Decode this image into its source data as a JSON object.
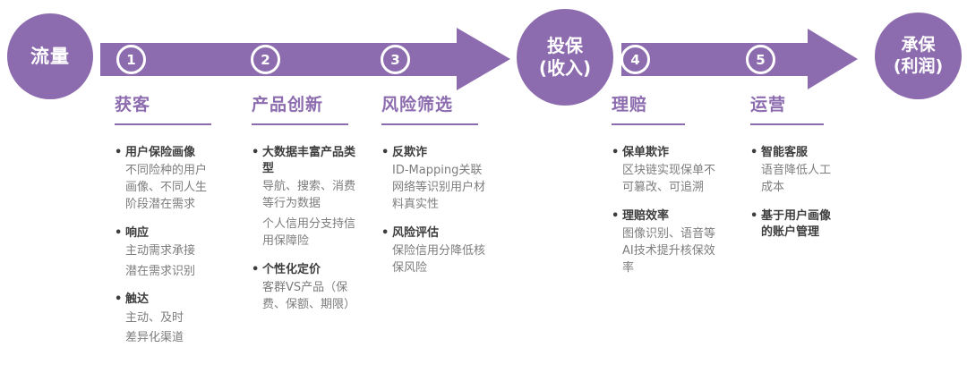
{
  "colors": {
    "purple": "#8c6cae",
    "text_dark": "#3d3d3d",
    "text_gray": "#7d7d7d"
  },
  "nodes": {
    "start": {
      "label": "流量"
    },
    "middle": {
      "line1": "投保",
      "line2": "(收入)"
    },
    "end": {
      "line1": "承保",
      "line2": "(利润)"
    }
  },
  "columns": [
    {
      "number": "1",
      "title": "获客",
      "items": [
        {
          "head": "用户保险画像",
          "subs": [
            "不同险种的用户画像、不同人生阶段潜在需求"
          ]
        },
        {
          "head": "响应",
          "subs": [
            "主动需求承接",
            "潜在需求识别"
          ]
        },
        {
          "head": "触达",
          "subs": [
            "主动、及时",
            "差异化渠道"
          ]
        }
      ]
    },
    {
      "number": "2",
      "title": "产品创新",
      "items": [
        {
          "head": "大数据丰富产品类型",
          "subs": [
            "导航、搜索、消费等行为数据",
            "个人信用分支持信用保障险"
          ]
        },
        {
          "head": "个性化定价",
          "subs": [
            "客群VS产品（保费、保额、期限）"
          ]
        }
      ]
    },
    {
      "number": "3",
      "title": "风险筛选",
      "items": [
        {
          "head": "反欺诈",
          "subs": [
            "ID-Mapping关联网络等识别用户材料真实性"
          ]
        },
        {
          "head": "风险评估",
          "subs": [
            "保险信用分降低核保风险"
          ]
        }
      ]
    },
    {
      "number": "4",
      "title": "理赔",
      "items": [
        {
          "head": "保单欺诈",
          "subs": [
            "区块链实现保单不可篡改、可追溯"
          ]
        },
        {
          "head": "理赔效率",
          "subs": [
            "图像识别、语音等AI技术提升核保效率"
          ]
        }
      ]
    },
    {
      "number": "5",
      "title": "运营",
      "items": [
        {
          "head": "智能客服",
          "subs": [
            "语音降低人工成本"
          ]
        },
        {
          "head": "基于用户画像的账户管理",
          "subs": []
        }
      ]
    }
  ]
}
